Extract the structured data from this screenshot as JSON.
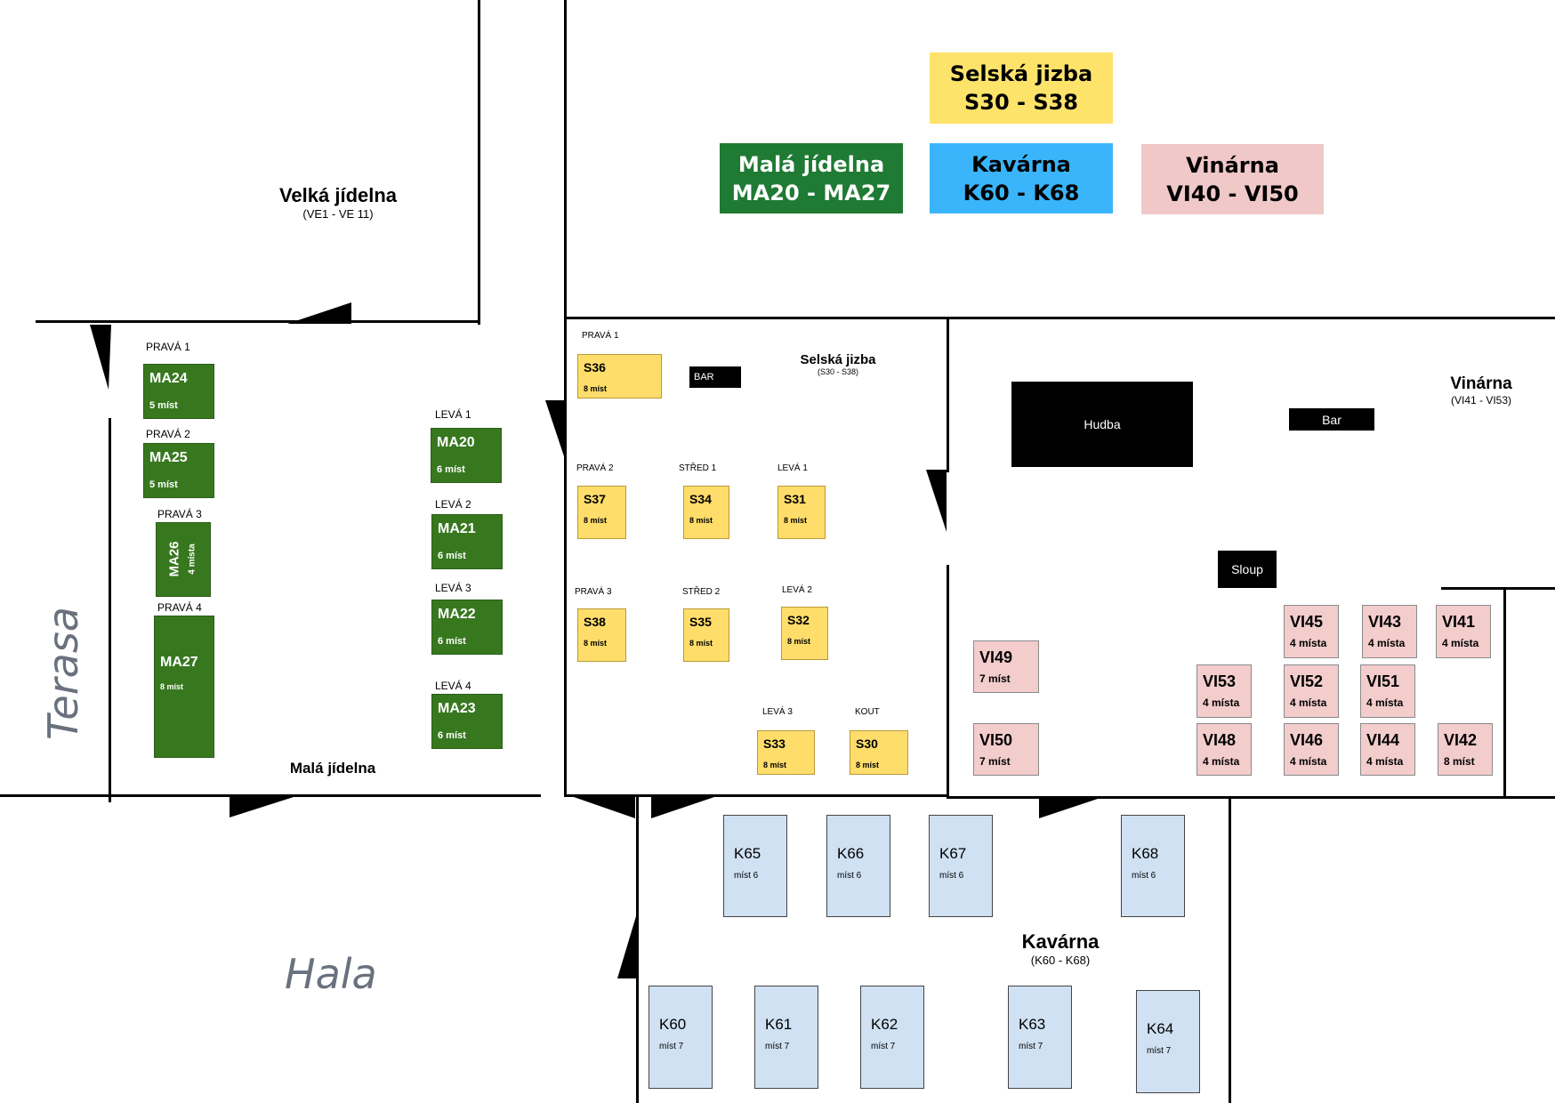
{
  "legend": {
    "selska": {
      "name": "Selská jizba",
      "range": "S30 - S38",
      "color": "#fde36a"
    },
    "mala": {
      "name": "Malá jídelna",
      "range": "MA20 - MA27",
      "color": "#1f7a33"
    },
    "kavarna": {
      "name": "Kavárna",
      "range": "K60 - K68",
      "color": "#3ab5fb"
    },
    "vinarna": {
      "name": "Vinárna",
      "range": "VI40 - VI50",
      "color": "#f0c8c8"
    }
  },
  "rooms": {
    "velka": {
      "name": "Velká jídelna",
      "range": "(VE1 - VE 11)"
    },
    "mala": {
      "name": "Malá jídelna"
    },
    "selska": {
      "name": "Selská jizba",
      "range": "(S30 - S38)"
    },
    "vinarna": {
      "name": "Vinárna",
      "range": "(VI41 - VI53)"
    },
    "kavarna": {
      "name": "Kavárna",
      "range": "(K60 - K68)"
    },
    "terasa": "Terasa",
    "hala": "Hala"
  },
  "fixtures": {
    "bar_selska": "BAR",
    "hudba": "Hudba",
    "bar_vinarna": "Bar",
    "sloup": "Sloup"
  },
  "positions": {
    "mala_prava1": "PRAVÁ 1",
    "mala_prava2": "PRAVÁ 2",
    "mala_prava3": "PRAVÁ 3",
    "mala_prava4": "PRAVÁ 4",
    "mala_leva1": "LEVÁ 1",
    "mala_leva2": "LEVÁ 2",
    "mala_leva3": "LEVÁ 3",
    "mala_leva4": "LEVÁ 4",
    "s_prava1": "PRAVÁ 1",
    "s_prava2": "PRAVÁ 2",
    "s_stred1": "STŘED 1",
    "s_leva1": "LEVÁ 1",
    "s_prava3": "PRAVÁ 3",
    "s_stred2": "STŘED 2",
    "s_leva2": "LEVÁ 2",
    "s_leva3": "LEVÁ 3",
    "s_kout": "KOUT"
  },
  "tables": {
    "ma24": {
      "id": "MA24",
      "seats": "5 míst"
    },
    "ma25": {
      "id": "MA25",
      "seats": "5 míst"
    },
    "ma26": {
      "id": "MA26",
      "seats": "4 místa"
    },
    "ma27": {
      "id": "MA27",
      "seats": "8 míst"
    },
    "ma20": {
      "id": "MA20",
      "seats": "6 míst"
    },
    "ma21": {
      "id": "MA21",
      "seats": "6 míst"
    },
    "ma22": {
      "id": "MA22",
      "seats": "6 míst"
    },
    "ma23": {
      "id": "MA23",
      "seats": "6 míst"
    },
    "s36": {
      "id": "S36",
      "seats": "8 míst"
    },
    "s37": {
      "id": "S37",
      "seats": "8 míst"
    },
    "s34": {
      "id": "S34",
      "seats": "8 míst"
    },
    "s31": {
      "id": "S31",
      "seats": "8 míst"
    },
    "s38": {
      "id": "S38",
      "seats": "8 míst"
    },
    "s35": {
      "id": "S35",
      "seats": "8 míst"
    },
    "s32": {
      "id": "S32",
      "seats": "8 míst"
    },
    "s33": {
      "id": "S33",
      "seats": "8 míst"
    },
    "s30": {
      "id": "S30",
      "seats": "8 míst"
    },
    "vi45": {
      "id": "VI45",
      "seats": "4 místa"
    },
    "vi43": {
      "id": "VI43",
      "seats": "4 místa"
    },
    "vi41": {
      "id": "VI41",
      "seats": "4 místa"
    },
    "vi49": {
      "id": "VI49",
      "seats": "7 míst"
    },
    "vi53": {
      "id": "VI53",
      "seats": "4 místa"
    },
    "vi52": {
      "id": "VI52",
      "seats": "4 místa"
    },
    "vi51": {
      "id": "VI51",
      "seats": "4 místa"
    },
    "vi50": {
      "id": "VI50",
      "seats": "7 míst"
    },
    "vi48": {
      "id": "VI48",
      "seats": "4 místa"
    },
    "vi46": {
      "id": "VI46",
      "seats": "4 místa"
    },
    "vi44": {
      "id": "VI44",
      "seats": "4 místa"
    },
    "vi42": {
      "id": "VI42",
      "seats": "8 míst"
    },
    "k65": {
      "id": "K65",
      "seats": "míst 6"
    },
    "k66": {
      "id": "K66",
      "seats": "míst 6"
    },
    "k67": {
      "id": "K67",
      "seats": "míst 6"
    },
    "k68": {
      "id": "K68",
      "seats": "míst 6"
    },
    "k60": {
      "id": "K60",
      "seats": "míst 7"
    },
    "k61": {
      "id": "K61",
      "seats": "míst 7"
    },
    "k62": {
      "id": "K62",
      "seats": "míst 7"
    },
    "k63": {
      "id": "K63",
      "seats": "míst 7"
    },
    "k64": {
      "id": "K64",
      "seats": "míst 7"
    }
  }
}
